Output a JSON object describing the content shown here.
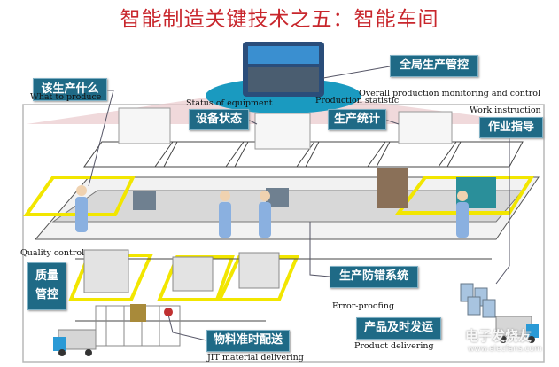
{
  "title": "智能制造关键技术之五：智能车间",
  "labels": {
    "overall_cn": "全局生产管控",
    "overall_en": "Overall production monitoring and control",
    "what_cn": "该生产什么",
    "what_en": "What to produce",
    "status_cn": "设备状态",
    "status_en": "Status of equipment",
    "stat_cn": "生产统计",
    "stat_en": "Production statistic",
    "work_cn": "作业指导",
    "work_en": "Work instruction",
    "quality_cn": "质量管控",
    "quality_en": "Quality control",
    "error_cn": "生产防错系统",
    "error_en": "Error-proofing",
    "jit_cn": "物料准时配送",
    "jit_en": "JIT material delivering",
    "product_cn": "产品及时发运",
    "product_en": "Product delivering"
  },
  "watermark": {
    "brand": "电子发烧友",
    "url": "www.elecfans.com"
  },
  "colors": {
    "title": "#c8262c",
    "label_box": "#1f6a86",
    "floor_marking": "#f2e600",
    "ellipse": "#1a9ac0"
  }
}
